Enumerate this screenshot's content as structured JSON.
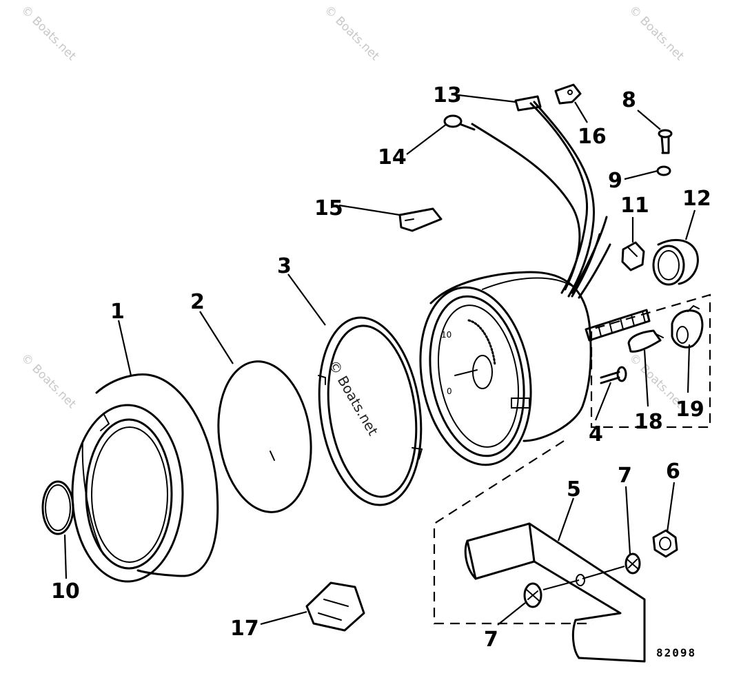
{
  "watermark": "© Boats.net",
  "callouts": {
    "c1": "1",
    "c2": "2",
    "c3": "3",
    "c4": "4",
    "c5": "5",
    "c6": "6",
    "c7a": "7",
    "c7b": "7",
    "c8": "8",
    "c9": "9",
    "c10": "10",
    "c11": "11",
    "c12": "12",
    "c13": "13",
    "c14": "14",
    "c15": "15",
    "c16": "16",
    "c17": "17",
    "c18": "18",
    "c19": "19"
  },
  "drawing_code": "82098",
  "gauge_dial": {
    "mark_top": "10",
    "mark_bottom": "0"
  }
}
